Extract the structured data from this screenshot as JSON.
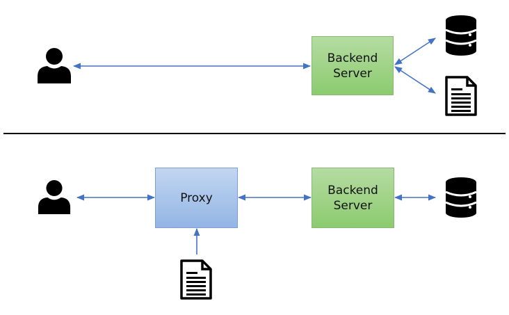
{
  "top_diagram": {
    "backend": {
      "line1": "Backend",
      "line2": "Server"
    }
  },
  "bottom_diagram": {
    "proxy": {
      "label": "Proxy"
    },
    "backend": {
      "line1": "Backend",
      "line2": "Server"
    }
  },
  "colors": {
    "arrow": "#4472c4",
    "backend_fill": "#a9d18e",
    "proxy_fill": "#9dc3e6",
    "icon": "#000000",
    "divider": "#000000"
  },
  "icons": [
    "user-icon",
    "database-icon",
    "document-icon"
  ]
}
